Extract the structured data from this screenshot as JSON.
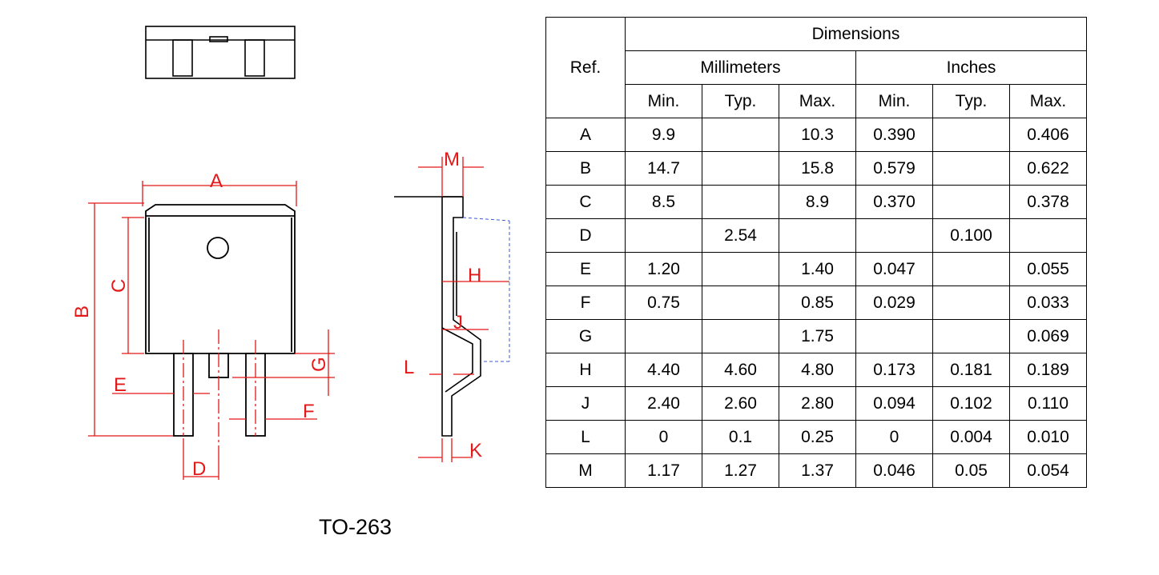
{
  "package_name": "TO-263",
  "drawing": {
    "labels": [
      "A",
      "B",
      "C",
      "D",
      "E",
      "F",
      "G",
      "H",
      "J",
      "K",
      "L",
      "M"
    ]
  },
  "table": {
    "header_dimensions": "Dimensions",
    "header_ref": "Ref.",
    "header_millimeters": "Millimeters",
    "header_inches": "Inches",
    "sub_headers": [
      "Min.",
      "Typ.",
      "Max.",
      "Min.",
      "Typ.",
      "Max."
    ],
    "rows": [
      [
        "A",
        "9.9",
        "",
        "10.3",
        "0.390",
        "",
        "0.406"
      ],
      [
        "B",
        "14.7",
        "",
        "15.8",
        "0.579",
        "",
        "0.622"
      ],
      [
        "C",
        "8.5",
        "",
        "8.9",
        "0.370",
        "",
        "0.378"
      ],
      [
        "D",
        "",
        "2.54",
        "",
        "",
        "0.100",
        ""
      ],
      [
        "E",
        "1.20",
        "",
        "1.40",
        "0.047",
        "",
        "0.055"
      ],
      [
        "F",
        "0.75",
        "",
        "0.85",
        "0.029",
        "",
        "0.033"
      ],
      [
        "G",
        "",
        "",
        "1.75",
        "",
        "",
        "0.069"
      ],
      [
        "H",
        "4.40",
        "4.60",
        "4.80",
        "0.173",
        "0.181",
        "0.189"
      ],
      [
        "J",
        "2.40",
        "2.60",
        "2.80",
        "0.094",
        "0.102",
        "0.110"
      ],
      [
        "L",
        "0",
        "0.1",
        "0.25",
        "0",
        "0.004",
        "0.010"
      ],
      [
        "M",
        "1.17",
        "1.27",
        "1.37",
        "0.046",
        "0.05",
        "0.054"
      ]
    ]
  },
  "colors": {
    "dimension_red": "#e31818",
    "outline": "#000000",
    "side_blue": "#3b5bd6"
  }
}
